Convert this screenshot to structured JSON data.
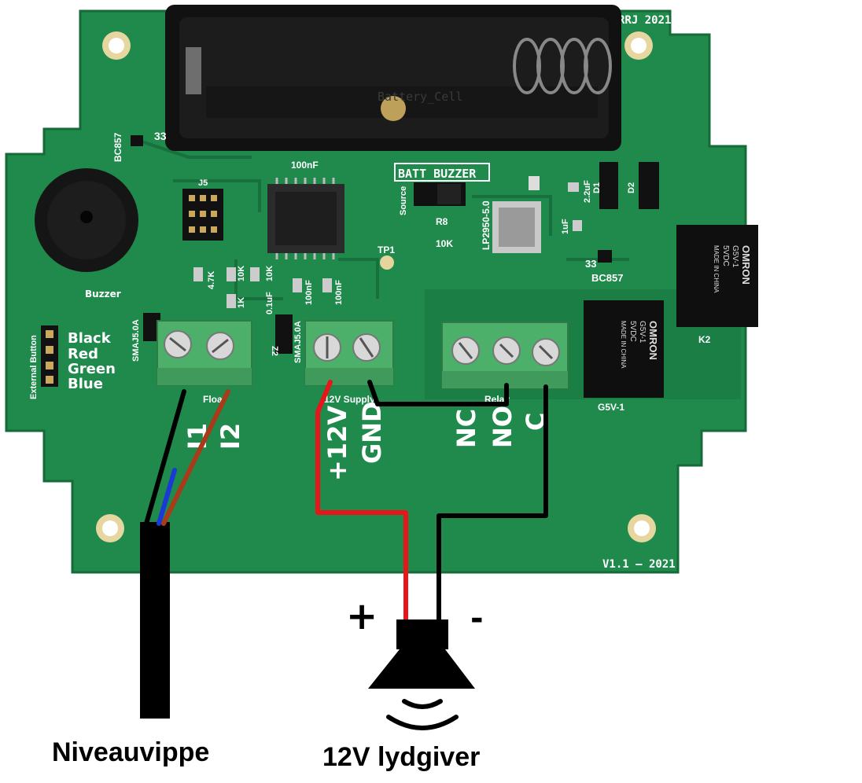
{
  "board": {
    "silk_top_right": "RRJ 2021",
    "version": "V1.1 – 2021",
    "battery_label": "Battery_Cell",
    "jumper_title": "BATT BUZZER",
    "jumper_side": "Source",
    "buzzer_label": "Buzzer",
    "regulator_label": "LP2950-5.0",
    "testpoint_label": "TP1",
    "relay1_label": "K2",
    "relay2_label": "G5V-1",
    "relay_text": [
      "OMRON",
      "G5V-1",
      "5VDC",
      "MADE IN CHINA"
    ],
    "components": {
      "q_top": "BC857",
      "r_top": "33",
      "cap_mcu": "100nF",
      "r8": "R8",
      "r8_val": "10K",
      "cap_2u2": "2.2uF",
      "d1": "D1",
      "d2": "D2",
      "cap_1u": "1uF",
      "r_bottom": "33",
      "q_bottom": "BC857",
      "r_47k": "4.7K",
      "r_1k": "1K",
      "r_10k_a": "10K",
      "r_10k_b": "10K",
      "cap_01u": "0.1uF",
      "cap_100n_a": "100nF",
      "cap_100n_b": "100nF",
      "tvs1": "SMAJ5.0A",
      "tvs2": "SMAJ5.0A",
      "z2": "Z2",
      "j_icsp": "J5"
    },
    "external_button": {
      "title": "External Button",
      "wires": [
        "Black",
        "Red",
        "Green",
        "Blue"
      ]
    },
    "terminals": {
      "float_caption": "Float",
      "supply_caption": "12V Supply",
      "relay_caption": "Relay"
    },
    "pin_labels": {
      "i1": "I1",
      "i2": "I2",
      "plus12v": "+12V",
      "gnd": "GND",
      "nc": "NC",
      "no": "NO",
      "c": "C"
    }
  },
  "speaker": {
    "plus": "+",
    "minus": "-"
  },
  "captions": {
    "float_switch": "Niveauvippe",
    "siren": "12V lydgiver"
  },
  "colors": {
    "pcb": "#1f8a4c",
    "pcb_dark": "#17703d",
    "silk": "#ffffff",
    "terminal": "#4caf6a",
    "wire_red": "#e8161b",
    "wire_black": "#000000",
    "wire_blue": "#1b39d6",
    "wire_brown": "#a83c1a"
  }
}
